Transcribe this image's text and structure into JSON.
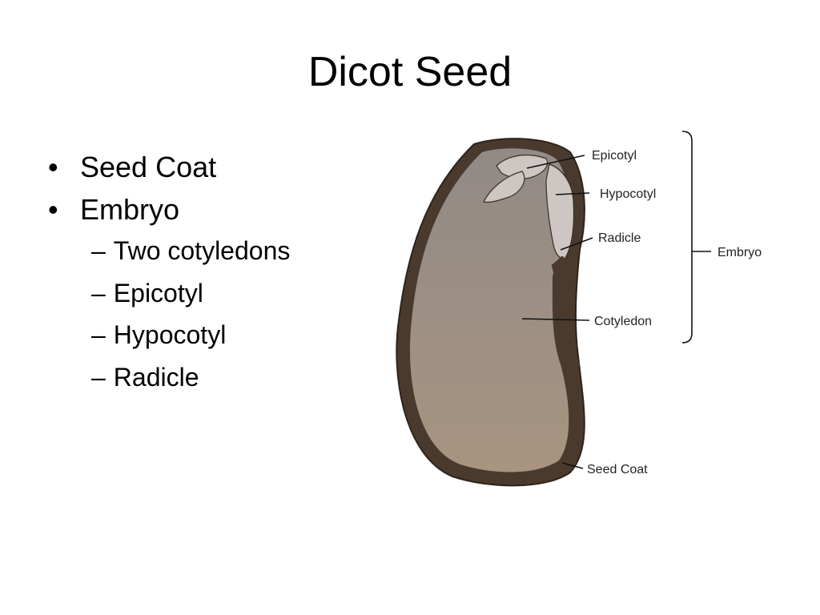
{
  "slide": {
    "title": "Dicot Seed",
    "bullets": [
      {
        "text": "Seed Coat",
        "children": []
      },
      {
        "text": "Embryo",
        "children": [
          "Two cotyledons",
          "Epicotyl",
          "Hypocotyl",
          "Radicle"
        ]
      }
    ],
    "bullet_symbol": "•",
    "sub_bullet_symbol": "–"
  },
  "diagram": {
    "labels": {
      "epicotyl": "Epicotyl",
      "hypocotyl": "Hypocotyl",
      "radicle": "Radicle",
      "cotyledon": "Cotyledon",
      "seed_coat": "Seed Coat",
      "embryo": "Embryo"
    },
    "colors": {
      "seed_coat": "#4a3a2e",
      "cotyledon_top": "#918a87",
      "cotyledon_bottom": "#a89480",
      "embryo_axis": "#cdc6c3"
    }
  }
}
